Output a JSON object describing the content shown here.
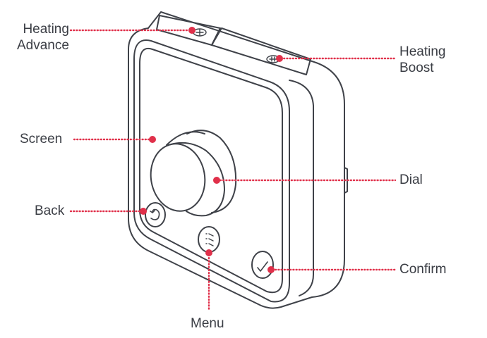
{
  "colors": {
    "outline": "#3f4249",
    "accent": "#e0304a",
    "text": "#3a3d44"
  },
  "labels": {
    "heating_advance": [
      "Heating",
      "Advance"
    ],
    "heating_boost": [
      "Heating",
      "Boost"
    ],
    "screen": "Screen",
    "dial": "Dial",
    "back": "Back",
    "confirm": "Confirm",
    "menu": "Menu"
  },
  "icons": {
    "back_button": "undo-arrow-icon",
    "menu_button": "list-menu-icon",
    "confirm_button": "checkmark-icon",
    "heating_advance_button": "advance-icon",
    "heating_boost_button": "boost-icon"
  }
}
